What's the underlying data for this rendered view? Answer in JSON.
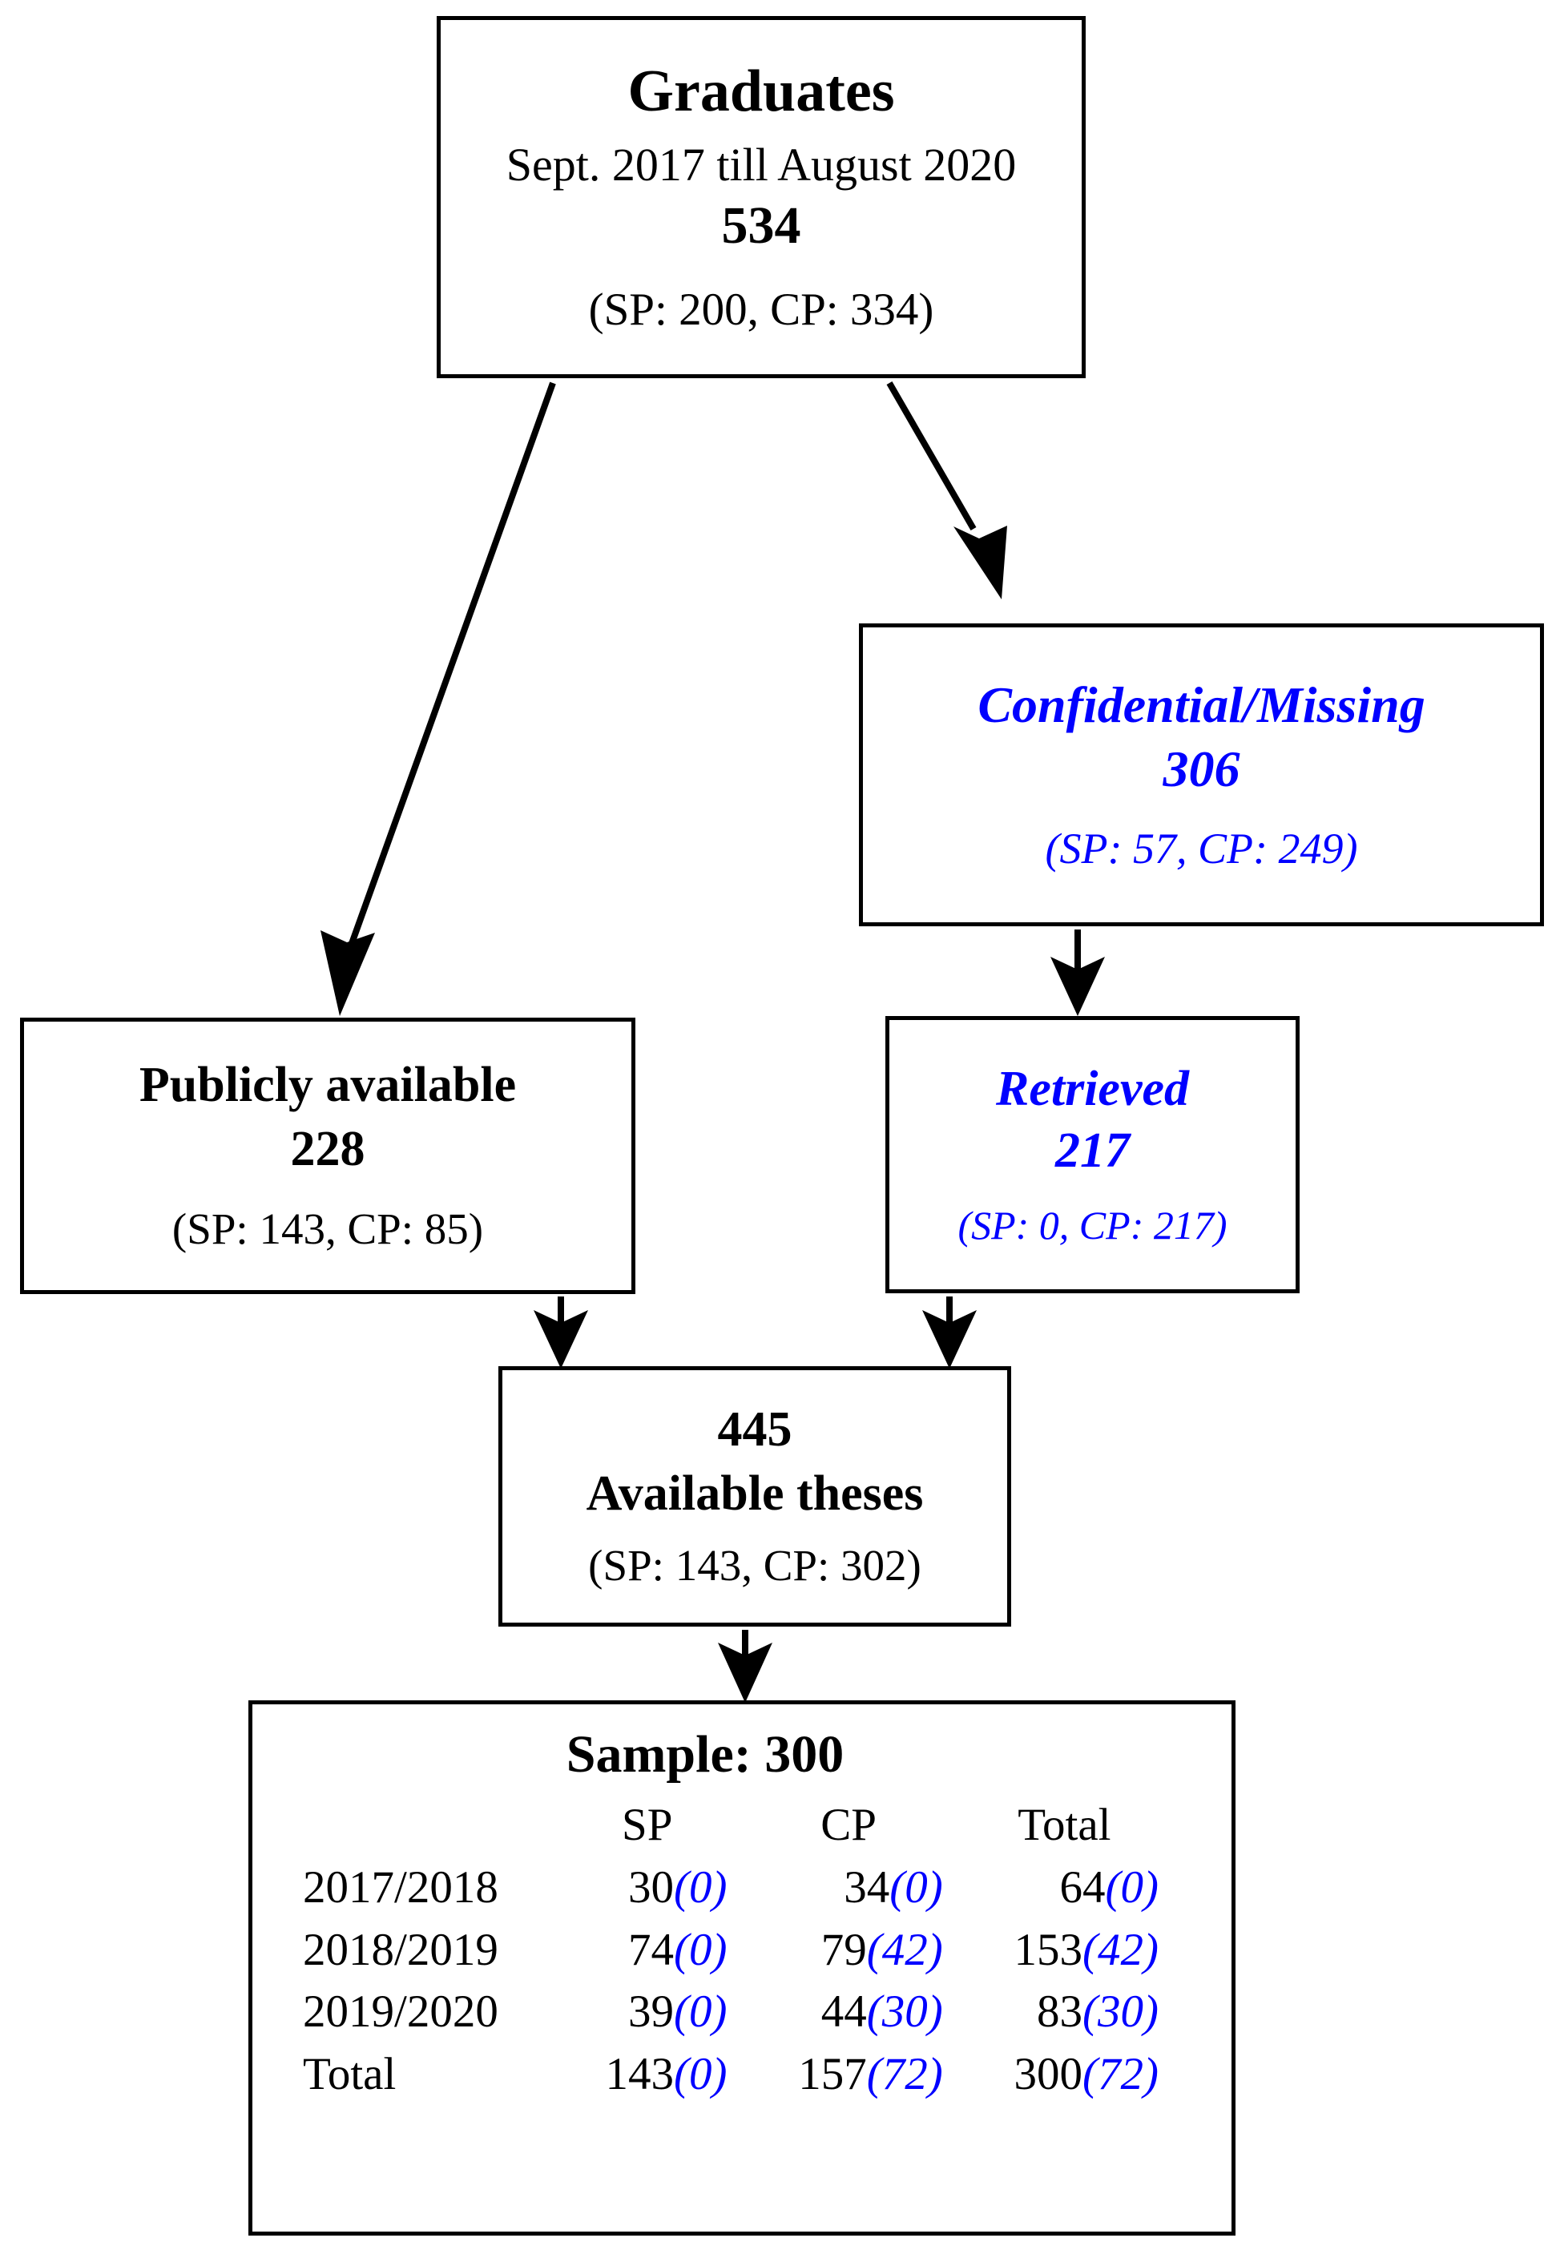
{
  "diagram": {
    "title": "Graduates thesis availability flowchart",
    "accent_color": "#0000ff",
    "line_color": "#000000",
    "background": "#ffffff"
  },
  "nodes": {
    "graduates": {
      "title": "Graduates",
      "period": "Sept. 2017 till August 2020",
      "count": "534",
      "split": "(SP: 200, CP: 334)"
    },
    "confidential": {
      "title": "Confidential/Missing",
      "count": "306",
      "split": "(SP: 57, CP: 249)"
    },
    "public": {
      "title": "Publicly available",
      "count": "228",
      "split": "(SP: 143, CP: 85)"
    },
    "retrieved": {
      "title": "Retrieved",
      "count": "217",
      "split": "(SP: 0, CP: 217)"
    },
    "available": {
      "count": "445",
      "title": "Available theses",
      "split": "(SP: 143, CP: 302)"
    },
    "sample": {
      "title": "Sample: 300",
      "columns": [
        "",
        "SP",
        "CP",
        "Total"
      ],
      "rows": [
        {
          "label": "2017/2018",
          "sp_main": "30",
          "sp_paren": "(0)",
          "cp_main": "34",
          "cp_paren": "(0)",
          "total_main": "64",
          "total_paren": "(0)"
        },
        {
          "label": "2018/2019",
          "sp_main": "74",
          "sp_paren": "(0)",
          "cp_main": "79",
          "cp_paren": "(42)",
          "total_main": "153",
          "total_paren": "(42)"
        },
        {
          "label": "2019/2020",
          "sp_main": "39",
          "sp_paren": "(0)",
          "cp_main": "44",
          "cp_paren": "(30)",
          "total_main": "83",
          "total_paren": "(30)"
        },
        {
          "label": "Total",
          "sp_main": "143",
          "sp_paren": "(0)",
          "cp_main": "157",
          "cp_paren": "(72)",
          "total_main": "300",
          "total_paren": "(72)"
        }
      ]
    }
  },
  "edges": [
    {
      "name": "graduates-to-public",
      "from": "graduates",
      "to": "public",
      "style": "diagonal-left"
    },
    {
      "name": "graduates-to-confidential",
      "from": "graduates",
      "to": "confidential",
      "style": "diagonal-right"
    },
    {
      "name": "confidential-to-retrieved",
      "from": "confidential",
      "to": "retrieved",
      "style": "vertical"
    },
    {
      "name": "public-to-available",
      "from": "public",
      "to": "available",
      "style": "vertical"
    },
    {
      "name": "retrieved-to-available",
      "from": "retrieved",
      "to": "available",
      "style": "vertical"
    },
    {
      "name": "available-to-sample",
      "from": "available",
      "to": "sample",
      "style": "vertical"
    }
  ]
}
